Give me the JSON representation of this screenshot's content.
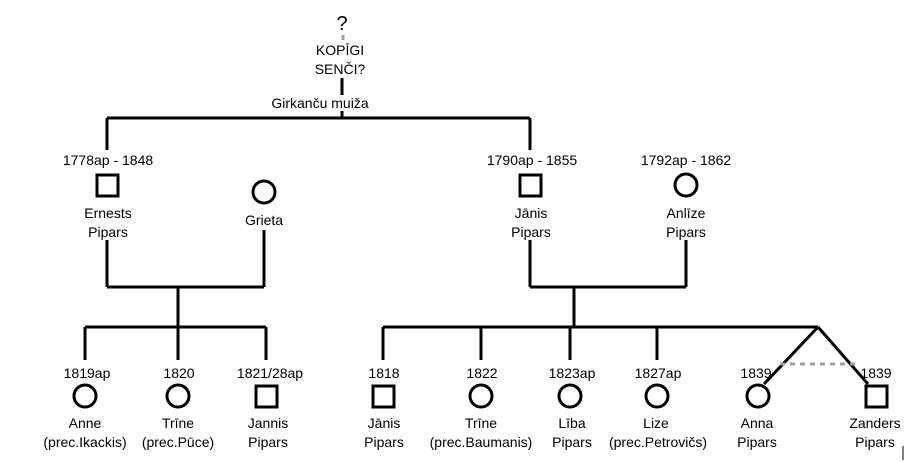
{
  "root": {
    "mark": "?",
    "title_line1": "KOPĪGI",
    "title_line2": "SENČI?",
    "place": "Girkanču muiža"
  },
  "people": {
    "ernests": {
      "dates": "1778ap - 1848",
      "name1": "Ernests",
      "name2": "Pipars",
      "sex": "male"
    },
    "grieta": {
      "dates": "",
      "name1": "Grieta",
      "name2": "",
      "sex": "female"
    },
    "janis_sr": {
      "dates": "1790ap - 1855",
      "name1": "Jānis",
      "name2": "Pipars",
      "sex": "male"
    },
    "anlize": {
      "dates": "1792ap - 1862",
      "name1": "Anlīze",
      "name2": "Pipars",
      "sex": "female"
    },
    "anne": {
      "dates": "1819ap",
      "name1": "Anne",
      "name2": "(prec.Ikackis)",
      "sex": "female"
    },
    "trine1": {
      "dates": "1820",
      "name1": "Trīne",
      "name2": "(prec.Pūce)",
      "sex": "female"
    },
    "jannis": {
      "dates": "1821/28ap",
      "name1": "Jannis",
      "name2": "Pipars",
      "sex": "male"
    },
    "janis_jr": {
      "dates": "1818",
      "name1": "Jānis",
      "name2": "Pipars",
      "sex": "male"
    },
    "trine2": {
      "dates": "1822",
      "name1": "Trīne",
      "name2": "(prec.Baumanis)",
      "sex": "female"
    },
    "liba": {
      "dates": "1823ap",
      "name1": "Lība",
      "name2": "Pipars",
      "sex": "female"
    },
    "lize": {
      "dates": "1827ap",
      "name1": "Lize",
      "name2": "(prec.Petrovičs)",
      "sex": "female"
    },
    "anna": {
      "dates": "1839",
      "name1": "Anna",
      "name2": "Pipars",
      "sex": "female"
    },
    "zanders": {
      "dates": "1839",
      "name1": "Zanders",
      "name2": "Pipars",
      "sex": "male"
    }
  }
}
